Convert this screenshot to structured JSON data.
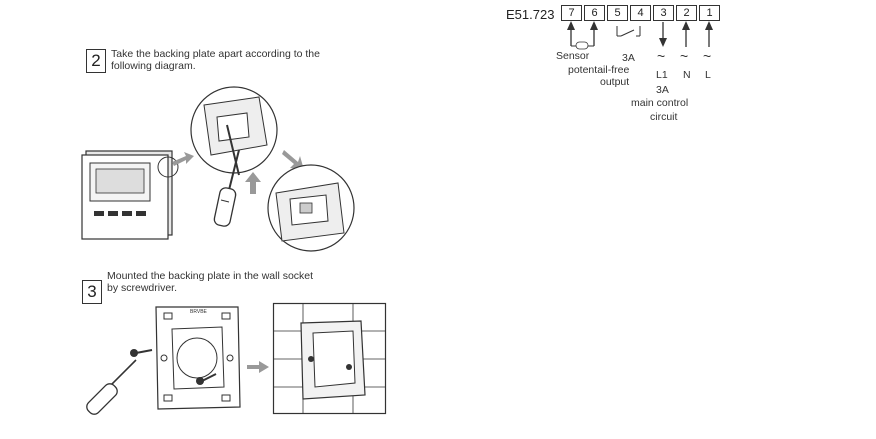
{
  "step2": {
    "number": "2",
    "text_line1": "Take the backing plate apart according to the",
    "text_line2": "following diagram."
  },
  "step3": {
    "number": "3",
    "text_line1": "Mounted the backing plate in the wall socket",
    "text_line2": "by screwdriver."
  },
  "wiring": {
    "model": "E51.723",
    "terminals": [
      "7",
      "6",
      "5",
      "4",
      "3",
      "2",
      "1"
    ],
    "sensor_label": "Sensor",
    "output_current": "3A",
    "output_line1": "potentail-free",
    "output_line2": "output",
    "line_labels": [
      "L1",
      "N",
      "L"
    ],
    "main_current": "3A",
    "main_line1": "main control",
    "main_line2": "circuit",
    "tilde": "~"
  },
  "plate_marking": "BRVBE"
}
